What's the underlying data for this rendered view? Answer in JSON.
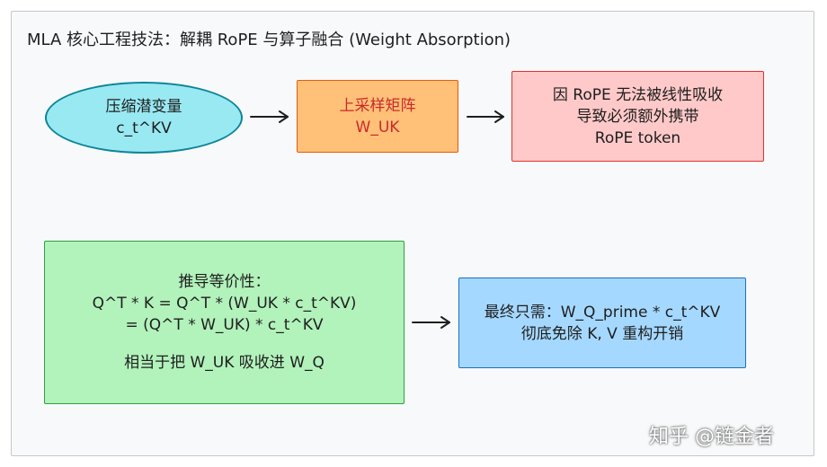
{
  "title": "MLA 核心工程技法：解耦 RoPE 与算子融合 (Weight Absorption)",
  "nodes": {
    "latent": {
      "line1": "压缩潜变量",
      "line2": "c_t^KV"
    },
    "upsample": {
      "line1": "上采样矩阵",
      "line2": "W_UK"
    },
    "rope": {
      "line1": "因 RoPE 无法被线性吸收",
      "line2": "导致必须额外携带",
      "line3": "RoPE token"
    },
    "derive": {
      "line1": "推导等价性：",
      "line2": "Q^T * K = Q^T * (W_UK * c_t^KV)",
      "line3": "= (Q^T * W_UK) * c_t^KV",
      "line4": "相当于把 W_UK 吸收进 W_Q"
    },
    "result": {
      "line1": "最终只需：W_Q_prime * c_t^KV",
      "line2": "彻底免除 K, V 重构开销"
    }
  },
  "colors": {
    "latent_fill": "#99e9f2",
    "latent_stroke": "#0c8599",
    "upsample_fill": "#ffc078",
    "upsample_stroke": "#e8590c",
    "rope_fill": "#ffc9c9",
    "rope_stroke": "#e03131",
    "derive_fill": "#b2f2bb",
    "derive_stroke": "#2f9e44",
    "result_fill": "#a5d8ff",
    "result_stroke": "#1971c2"
  },
  "watermark": "知乎 @链金者"
}
